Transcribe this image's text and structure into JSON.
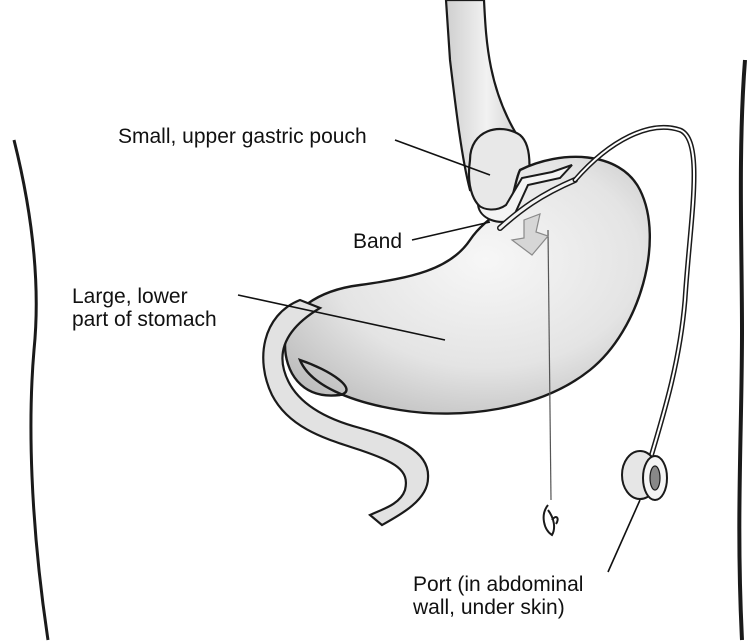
{
  "labels": {
    "pouch": "Small, upper gastric pouch",
    "band": "Band",
    "lower_part": [
      "Large, lower",
      "part of stomach"
    ],
    "port": [
      "Port (in abdominal",
      "wall, under skin)"
    ]
  },
  "colors": {
    "outline": "#1a1a1a",
    "stomach_fill": "#e6e6e6",
    "stomach_shade": "#c9c9c9",
    "background": "#ffffff"
  }
}
